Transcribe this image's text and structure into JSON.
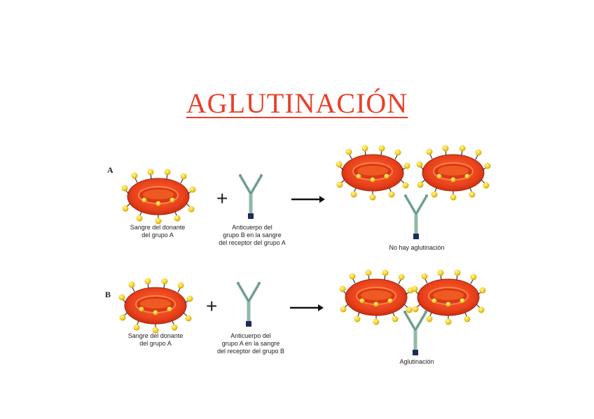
{
  "title": "AGLUTINACIÓN",
  "colors": {
    "title": "#e8402a",
    "cell": "#e8401c",
    "antigen": "#f5d22a",
    "antibody": "#8fb9a8",
    "antibody_base": "#1e2a5a"
  },
  "rows": [
    {
      "label": "A",
      "donor_caption": "Sangre del donante\ndel grupo A",
      "antibody_caption": "Anticuerpo del\ngrupo B en la sangre\ndel receptor del grupo A",
      "result_caption": "No hay aglutinación"
    },
    {
      "label": "B",
      "donor_caption": "Sangre del donante\ndel grupo A",
      "antibody_caption": "Anticuerpo del\ngrupo A en la sangre\ndel receptor del grupo B",
      "result_caption": "Aglutinación"
    }
  ],
  "symbols": {
    "plus": "+"
  }
}
